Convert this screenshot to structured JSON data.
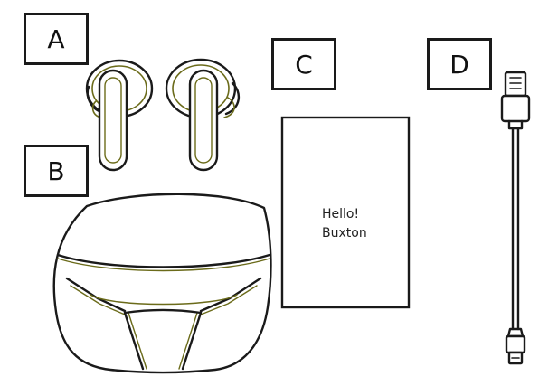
{
  "labels": {
    "a": "A",
    "b": "B",
    "c": "C",
    "d": "D"
  },
  "card": {
    "line1": "Hello!",
    "line2": "Buxton"
  },
  "icons": {
    "a": "earbuds-icon",
    "b": "charging-case-icon",
    "c": "greeting-card-icon",
    "d": "usb-cable-icon"
  },
  "colors": {
    "stroke": "#1a1a1a",
    "accent_stroke": "#6b6b1a",
    "background": "#ffffff"
  }
}
